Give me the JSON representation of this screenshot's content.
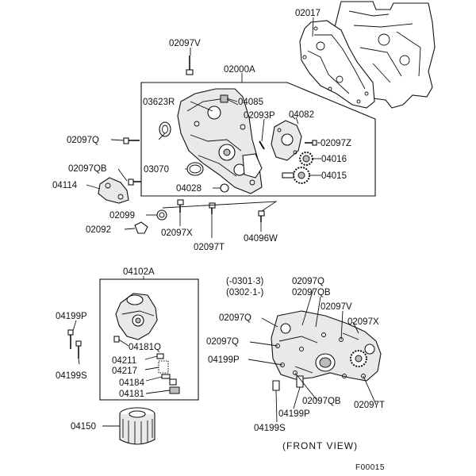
{
  "labels": {
    "p02017": "02017",
    "p02097V_top": "02097V",
    "p02000A": "02000A",
    "p03623R": "03623R",
    "p04085": "04085",
    "p02093P": "02093P",
    "p04082": "04082",
    "p02097Q_top": "02097Q",
    "p02097Z": "02097Z",
    "p04016": "04016",
    "p02097QB_top": "02097QB",
    "p03070": "03070",
    "p04015": "04015",
    "p04114": "04114",
    "p04028": "04028",
    "p02099": "02099",
    "p02092": "02092",
    "p02097X_top": "02097X",
    "p04096W": "04096W",
    "p02097T_top": "02097T",
    "p04102A": "04102A",
    "p04199P_left": "04199P",
    "p04181Q": "04181Q",
    "p04211": "04211",
    "p04217": "04217",
    "p04199S_left": "04199S",
    "p04184": "04184",
    "p04181": "04181",
    "p04150": "04150",
    "fv_range1": "(-0301·3)",
    "fv_02097Q_a": "02097Q",
    "fv_range2": "(0302·1-)",
    "fv_02097QB_a": "02097QB",
    "fv_02097V": "02097V",
    "fv_02097Q_b": "02097Q",
    "fv_02097X": "02097X",
    "fv_02097Q_c": "02097Q",
    "fv_04199P_a": "04199P",
    "fv_02097QB_b": "02097QB",
    "fv_02097T": "02097T",
    "fv_04199P_b": "04199P",
    "fv_04199S": "04199S"
  },
  "caption": "(FRONT VIEW)",
  "figure_code": "F00015"
}
